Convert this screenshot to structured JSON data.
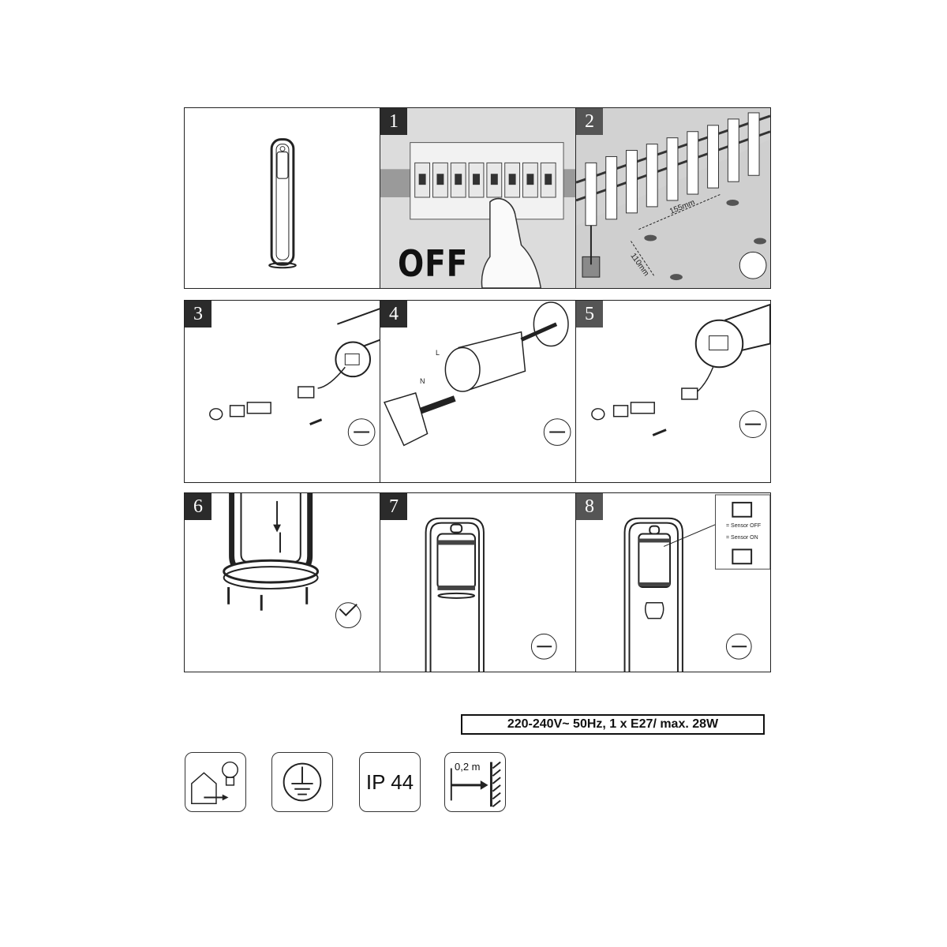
{
  "steps": [
    {
      "num": "1",
      "text": "OFF"
    },
    {
      "num": "2",
      "dim_a": "155mm",
      "dim_b": "110mm"
    },
    {
      "num": "3"
    },
    {
      "num": "4",
      "label_l": "L",
      "label_n": "N"
    },
    {
      "num": "5"
    },
    {
      "num": "6"
    },
    {
      "num": "7"
    },
    {
      "num": "8",
      "sensor_off": "= Sensor OFF",
      "sensor_on": "= Sensor ON"
    }
  ],
  "spec": "220-240V~ 50Hz, 1 x E27/ max. 28W",
  "icons": {
    "outdoor": "outdoor-lamp-icon",
    "earth": "protective-earth-icon",
    "ip_rating": "IP 44",
    "distance": "0,2 m"
  }
}
